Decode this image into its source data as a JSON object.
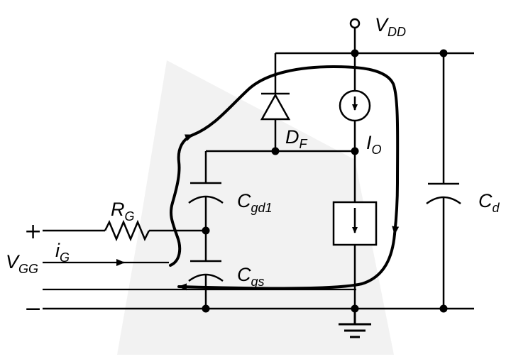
{
  "labels": {
    "vdd": {
      "main": "V",
      "sub": "DD"
    },
    "df": {
      "main": "D",
      "sub": "F"
    },
    "io": {
      "main": "I",
      "sub": "O"
    },
    "cgd1": {
      "main": "C",
      "sub": "gd1"
    },
    "cgs": {
      "main": "C",
      "sub": "gs"
    },
    "cd": {
      "main": "C",
      "sub": "d"
    },
    "rg": {
      "main": "R",
      "sub": "G"
    },
    "ig": {
      "main": "i",
      "sub": "G"
    },
    "vgg": {
      "main": "V",
      "sub": "GG"
    },
    "plus": "+",
    "minus": "−"
  },
  "colors": {
    "line": "#000000",
    "background": "#ffffff",
    "watermark": "#f2f2f2"
  }
}
